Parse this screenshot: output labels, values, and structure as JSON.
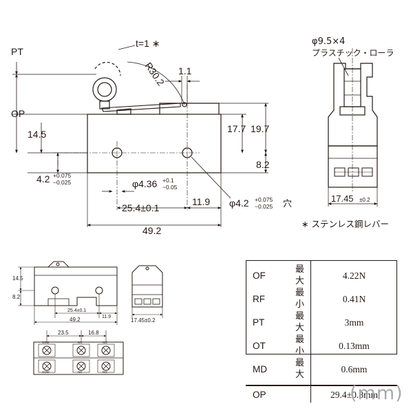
{
  "main_view": {
    "pt": "PT",
    "op": "OP",
    "t1": "t=1 ∗",
    "r302": "R30.2",
    "d11": "1.1",
    "d145": "14.5",
    "d177": "17.7",
    "d197": "19.7",
    "d82": "8.2",
    "d42_base": "4.2",
    "d42_plus": "+0.075",
    "d42_minus": "−0.025",
    "phi436_base": "φ4.36",
    "phi436_plus": "+0.1",
    "phi436_minus": "−0.05",
    "d254": "25.4±0.1",
    "d119": "11.9",
    "phi42_base": "φ4.2",
    "phi42_plus": "+0.075",
    "phi42_minus": "−0.025",
    "phi42_suffix": "穴",
    "d492": "49.2"
  },
  "side_view": {
    "roller_spec": "φ9.5×4",
    "roller_label": "プラスチック・ローラ",
    "width": "17.45",
    "width_tol": "±0.2",
    "note": "∗ ステンレス鋼レバー"
  },
  "small_front": {
    "d145": "14.5",
    "d82": "8.2",
    "d254": "25.4±0.1",
    "d119": "11.9",
    "d492": "49.2"
  },
  "small_side": {
    "width": "17.45±0.2"
  },
  "terminal_view": {
    "d235": "23.5",
    "d168": "16.8",
    "labels_top": [
      "COM",
      "NC",
      "NO"
    ],
    "labels_bottom": [
      "COM",
      "NC",
      "NO"
    ]
  },
  "spec_table": {
    "rows": [
      {
        "label": "OF",
        "q": "最大",
        "value": "4.22N"
      },
      {
        "label": "RF",
        "q": "最小",
        "value": "0.41N"
      },
      {
        "label": "PT",
        "q": "最大",
        "value": "3mm"
      },
      {
        "label": "OT",
        "q": "最小",
        "value": "0.13mm"
      },
      {
        "label": "MD",
        "q": "最大",
        "value": "0.6mm"
      }
    ],
    "op_label": "OP",
    "op_value": "29.4±0.8mm"
  },
  "unit_label": "(mm)"
}
